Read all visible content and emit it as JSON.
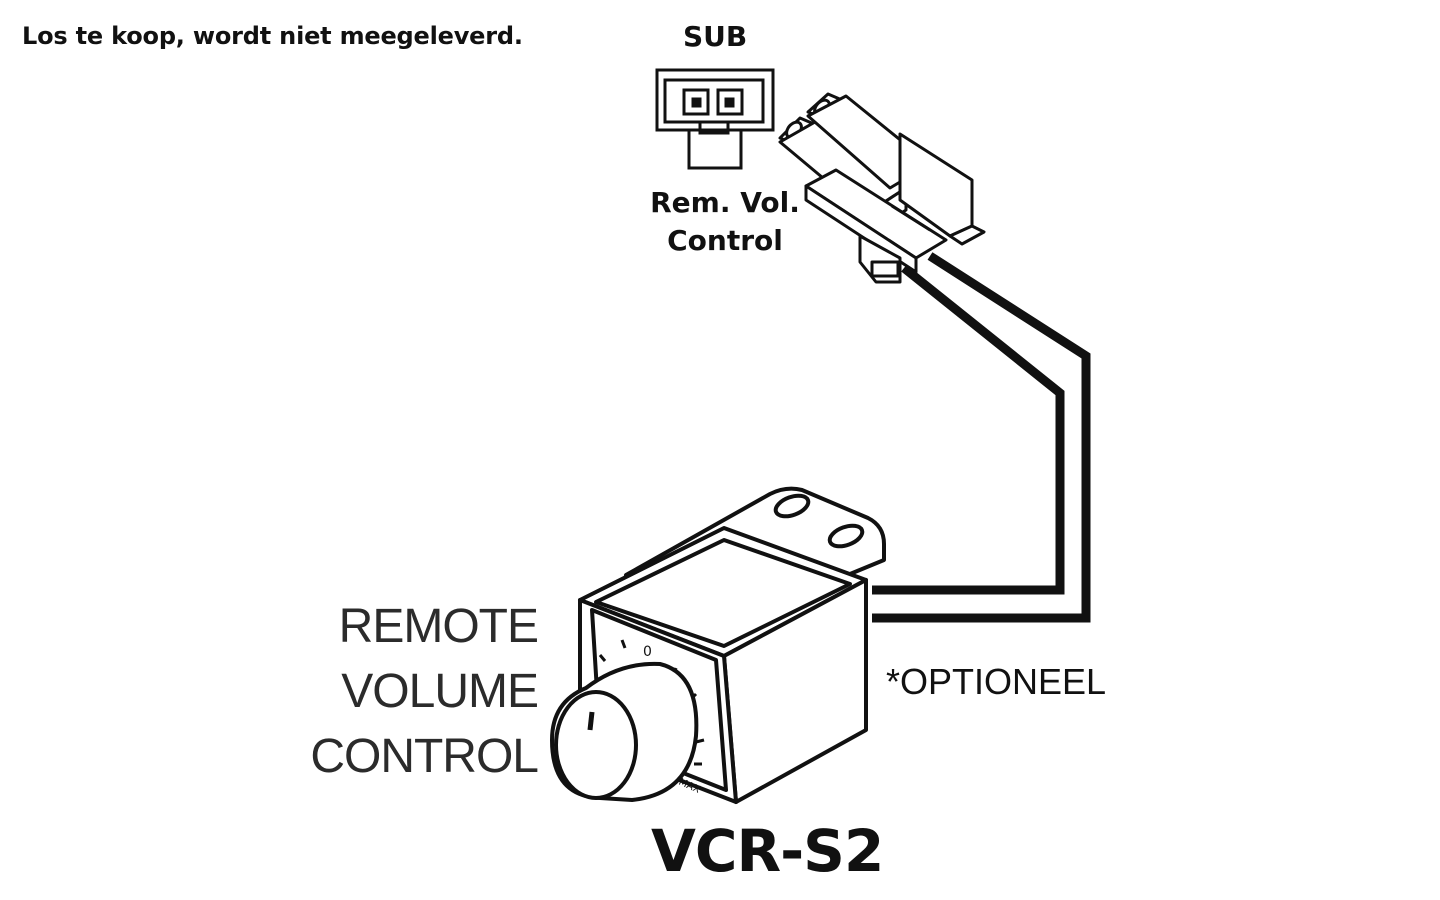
{
  "note": "Los te koop, wordt niet meegeleverd.",
  "port": {
    "title": "SUB",
    "label_line1": "Rem. Vol.",
    "label_line2": "Control"
  },
  "product": {
    "name_line1": "REMOTE",
    "name_line2": "VOLUME",
    "name_line3": "CONTROL",
    "optional": "*OPTIONEEL",
    "model": "VCR-S2"
  },
  "dial": {
    "zero_label": "0",
    "max_label": "MAX"
  },
  "colors": {
    "ink": "#111111",
    "background": "#ffffff"
  }
}
